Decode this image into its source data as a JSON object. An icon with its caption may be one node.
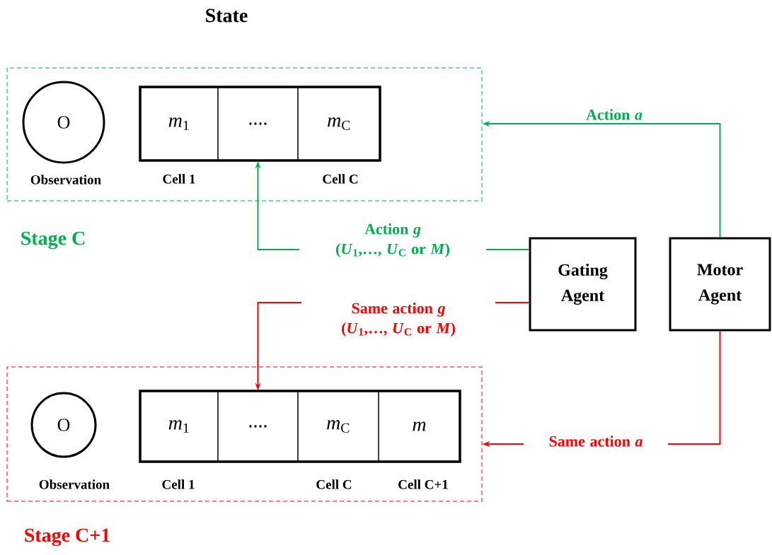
{
  "diagram": {
    "title": "State",
    "nodes": [
      {
        "text": [
          "Stage C"
        ]
      },
      {
        "text": [
          "O"
        ],
        "in": 0,
        "beside": [
          "Observation"
        ]
      },
      {
        "text": [],
        "shape": "box",
        "in": 0
      },
      {
        "text": [
          "*m*$_{1}$"
        ],
        "in": 2,
        "beside": [
          "Cell 1"
        ]
      },
      {
        "text": [
          "...."
        ],
        "in": 2
      },
      {
        "text": [
          "*m*$_{C}$"
        ],
        "in": 2,
        "beside": [
          "Cell C"
        ]
      },
      {
        "text": [
          "Gating Agent"
        ]
      },
      {
        "text": [
          "Motor Agent"
        ]
      },
      {
        "text": [
          "Stage C+1"
        ]
      },
      {
        "text": [
          "O"
        ],
        "in": 8,
        "beside": [
          "Observation"
        ]
      },
      {
        "text": [],
        "shape": "box",
        "in": 8
      },
      {
        "text": [
          "*m*$_{1}$"
        ],
        "in": 10,
        "beside": [
          "Cell 1"
        ]
      },
      {
        "text": [
          "...."
        ],
        "in": 10
      },
      {
        "text": [
          "*m*$_{C}$"
        ],
        "in": 10,
        "beside": [
          "Cell C"
        ]
      },
      {
        "text": [
          "*m*"
        ],
        "in": 10,
        "beside": [
          "Cell C+1"
        ]
      }
    ],
    "edges": [
      {
        "from": 6,
        "to": 4,
        "arrow": "to",
        "label": "Action *g* (*U*$_{1}$,…, *U*$_{C}$ or *M*)",
        "color": "#00b050"
      },
      {
        "from": 7,
        "to": 0,
        "arrow": "to",
        "label": "Action *a*",
        "color": "#00b050"
      },
      {
        "from": 6,
        "to": 12,
        "arrow": "to",
        "label": "Same action *g* (*U*$_{1}$,…, *U*$_{C}$ or *M*)",
        "color": "#ff0000"
      },
      {
        "from": 7,
        "to": 8,
        "arrow": "to",
        "label": "Same action *a*",
        "color": "#ff0000"
      }
    ]
  }
}
